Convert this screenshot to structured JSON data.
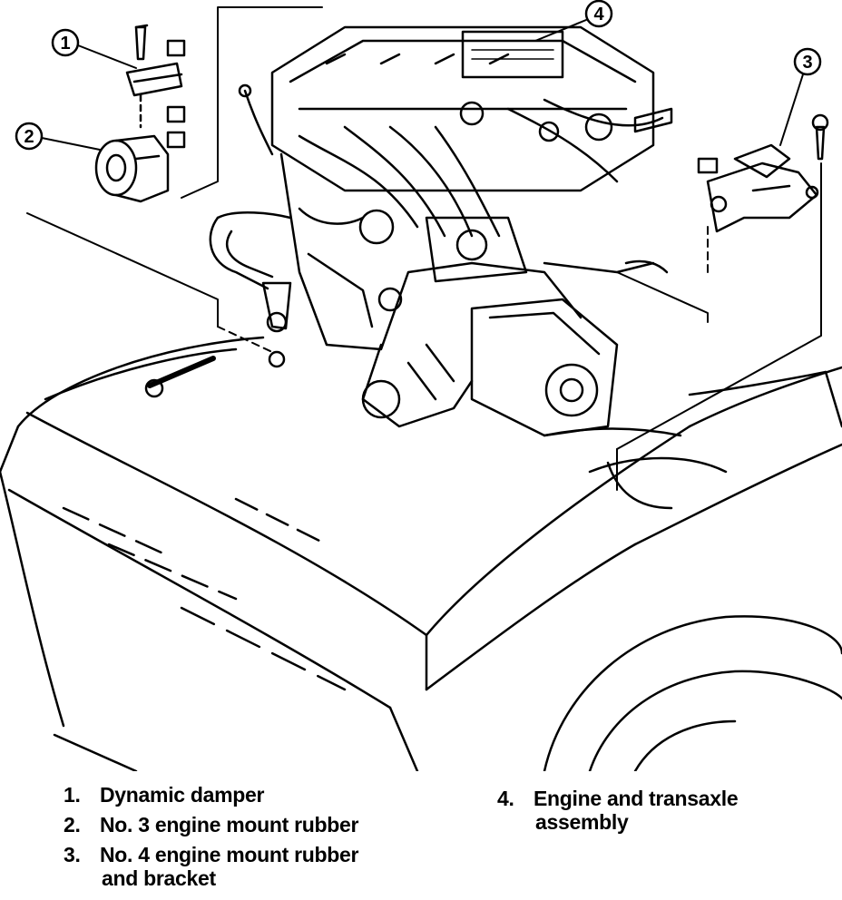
{
  "callouts": [
    {
      "number": "1"
    },
    {
      "number": "2"
    },
    {
      "number": "3"
    },
    {
      "number": "4"
    }
  ],
  "legend": [
    {
      "number": "1.",
      "line1": "Dynamic damper",
      "line2": ""
    },
    {
      "number": "2.",
      "line1": "No. 3 engine mount rubber",
      "line2": ""
    },
    {
      "number": "3.",
      "line1": "No. 4 engine mount rubber",
      "line2": "and bracket"
    },
    {
      "number": "4.",
      "line1": "Engine and transaxle",
      "line2": "assembly"
    }
  ]
}
